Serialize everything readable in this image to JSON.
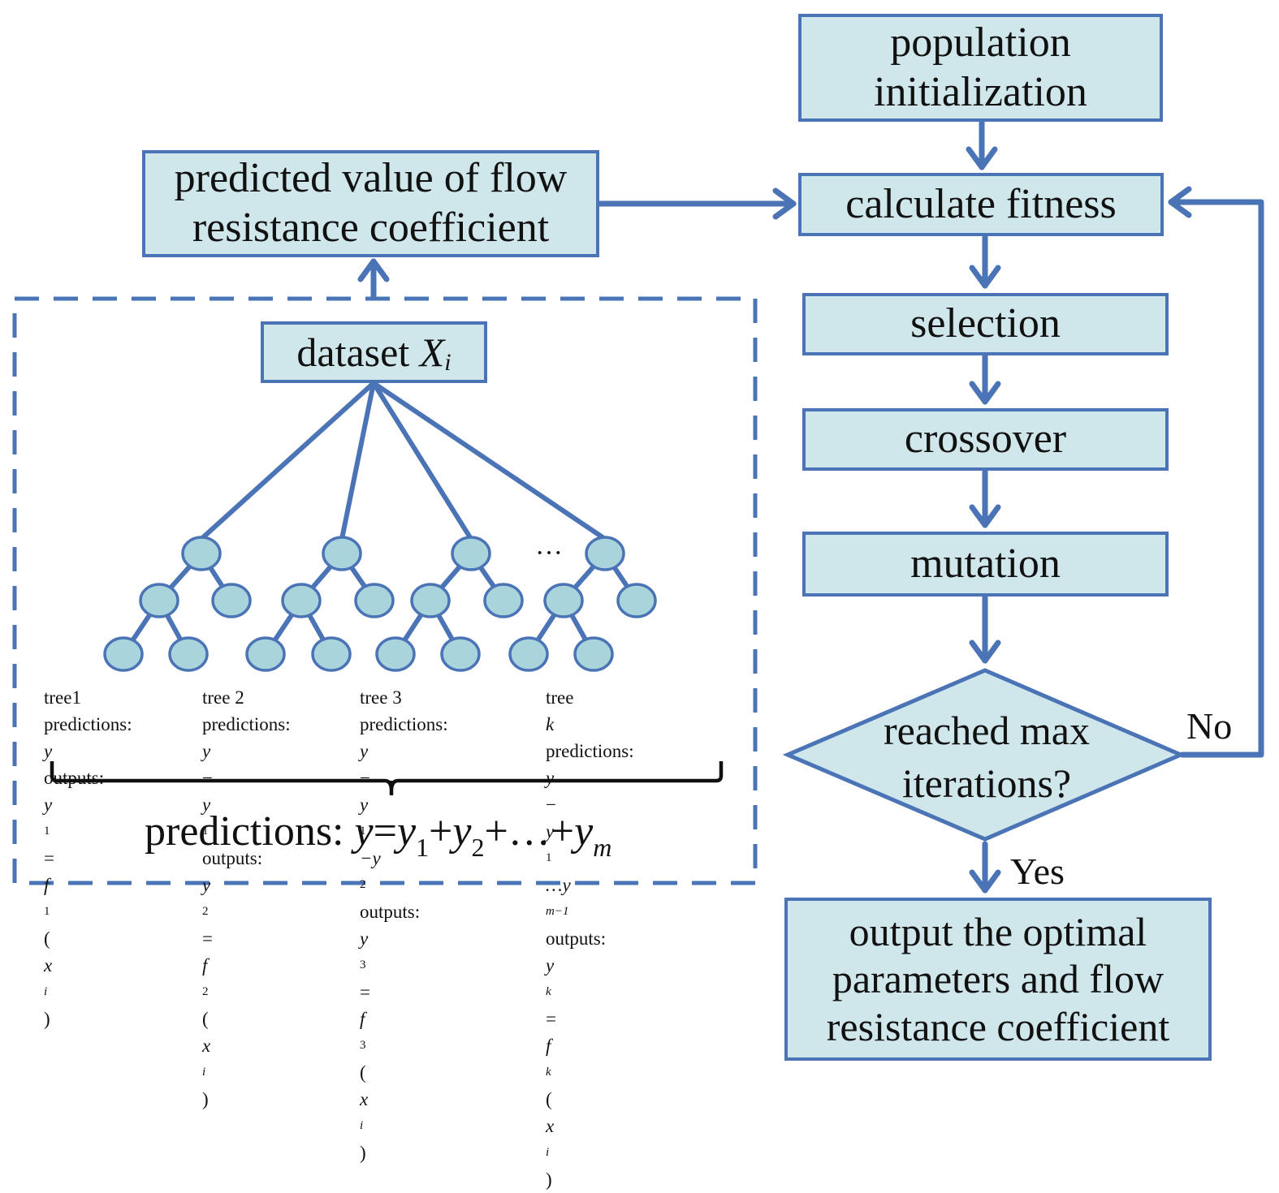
{
  "flowchart": {
    "init_lines": [
      "population",
      "initialization"
    ],
    "fitness": "calculate fitness",
    "selection": "selection",
    "crossover": "crossover",
    "mutation": "mutation",
    "decision_lines": [
      "reached max",
      "iterations?"
    ],
    "no_label": "No",
    "yes_label": "Yes",
    "output_lines": [
      "output the optimal",
      "parameters and flow",
      "resistance coefficient"
    ]
  },
  "model": {
    "predicted_lines": [
      "predicted value of flow",
      "resistance coefficient"
    ],
    "dataset_prefix": "dataset ",
    "dataset_var": "X",
    "dataset_sub": "i",
    "ellipsis": "···",
    "trees": [
      {
        "name": "tree1",
        "name_var": "",
        "pred_label": "predictions: ",
        "pred_parts": [
          "y",
          "",
          "",
          "",
          "",
          ""
        ],
        "out_label": "outputs: ",
        "out_parts": [
          "y",
          "1",
          "=",
          "f",
          "1",
          "(",
          "x",
          "i",
          ")"
        ]
      },
      {
        "name": "tree 2",
        "name_var": "",
        "pred_label": "predictions: ",
        "pred_parts": [
          "y",
          "−",
          "y",
          "1",
          "",
          ""
        ],
        "out_label": "outputs: ",
        "out_parts": [
          "y",
          "2",
          "=",
          "f",
          "2",
          "(",
          "x",
          "i",
          ")"
        ]
      },
      {
        "name": "tree 3",
        "name_var": "",
        "pred_label": "predictions: ",
        "pred_parts": [
          "y",
          "−",
          "y",
          "1",
          "−y",
          "2"
        ],
        "out_label": "outputs: ",
        "out_parts": [
          "y",
          "3",
          "=",
          "f",
          "3",
          "(",
          "x",
          "i",
          ")"
        ]
      },
      {
        "name": "tree ",
        "name_var": "k",
        "pred_label": "predictions: ",
        "pred_parts": [
          "y",
          "−",
          "y",
          "1",
          "…y",
          "m−1"
        ],
        "out_label": "outputs: ",
        "out_parts": [
          "y",
          "k",
          "=",
          "f",
          "k",
          "(",
          "x",
          "i",
          ")"
        ]
      }
    ],
    "formula": {
      "label": "predictions: ",
      "parts": [
        "y",
        "=",
        "y",
        "1",
        "+",
        "y",
        "2",
        "+…+",
        "y",
        "m"
      ]
    }
  },
  "colors": {
    "box_fill": "#cfe6ea",
    "stroke": "#4a74b6",
    "node_fill": "#a9d4dc"
  }
}
